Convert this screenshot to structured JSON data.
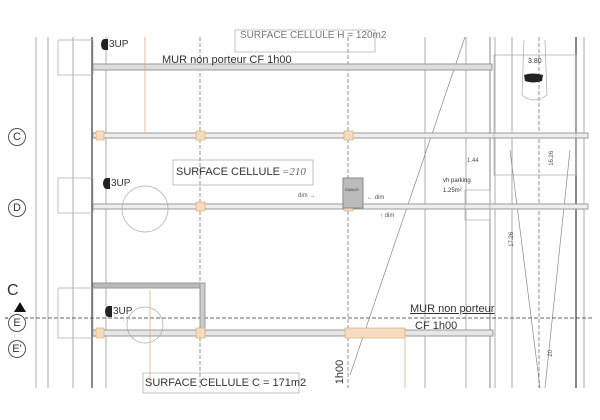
{
  "labels": {
    "top_surface_cut": "SURFACE CELLULE H = 120m2",
    "mur_top": "MUR non porteur CF 1h00",
    "surface_cellule": "SURFACE CELLULE",
    "surface_cellule_value": "=210",
    "surface_cellule_c": "SURFACE CELLULE C = 171m2",
    "mur_bottom_line1": "MUR non porteur",
    "mur_bottom_line2": "CF 1h00",
    "fire_rating_vertical": "1h00",
    "vh_parking_line1": "vh parking",
    "vh_parking_line2": "1.25m²",
    "car_width": "3.80",
    "knauf_box": "KNAUS",
    "dim_left": "dim",
    "dim_right": "dim",
    "dim_up": "dim",
    "dim_144": "1.44",
    "dim_1626": "16.26",
    "dim_1726": "17.26",
    "dim_20": "20"
  },
  "stairs": [
    "3UP",
    "3UP",
    "3UP"
  ],
  "axes": [
    "C",
    "D",
    "E",
    "E'"
  ],
  "section_marker": "C"
}
